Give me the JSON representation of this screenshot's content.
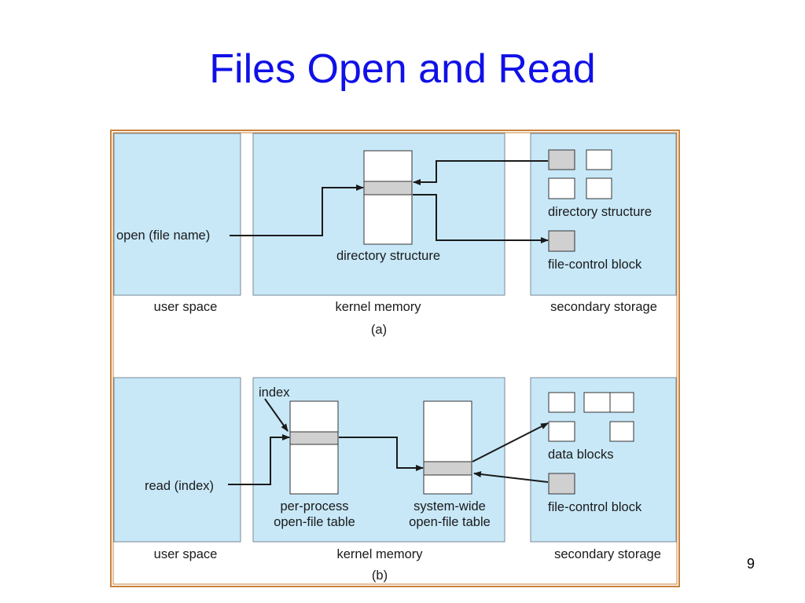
{
  "slide": {
    "title": "Files Open and Read",
    "page_number": "9"
  },
  "colors": {
    "title": "#1010e8",
    "region_fill": "#c8e8f8",
    "frame_border": "#c8823c",
    "highlight_block": "#d0d0d0"
  },
  "diagram_a": {
    "caption": "(a)",
    "call_label": "open (file name)",
    "memory_table_label": "directory structure",
    "storage_directory_label": "directory structure",
    "storage_fcb_label": "file-control block",
    "region_user": "user space",
    "region_kernel": "kernel memory",
    "region_storage": "secondary storage"
  },
  "diagram_b": {
    "caption": "(b)",
    "call_label": "read (index)",
    "index_label": "index",
    "per_process_table_label_line1": "per-process",
    "per_process_table_label_line2": "open-file table",
    "system_table_label_line1": "system-wide",
    "system_table_label_line2": "open-file table",
    "storage_data_label": "data blocks",
    "storage_fcb_label": "file-control block",
    "region_user": "user space",
    "region_kernel": "kernel memory",
    "region_storage": "secondary storage"
  }
}
